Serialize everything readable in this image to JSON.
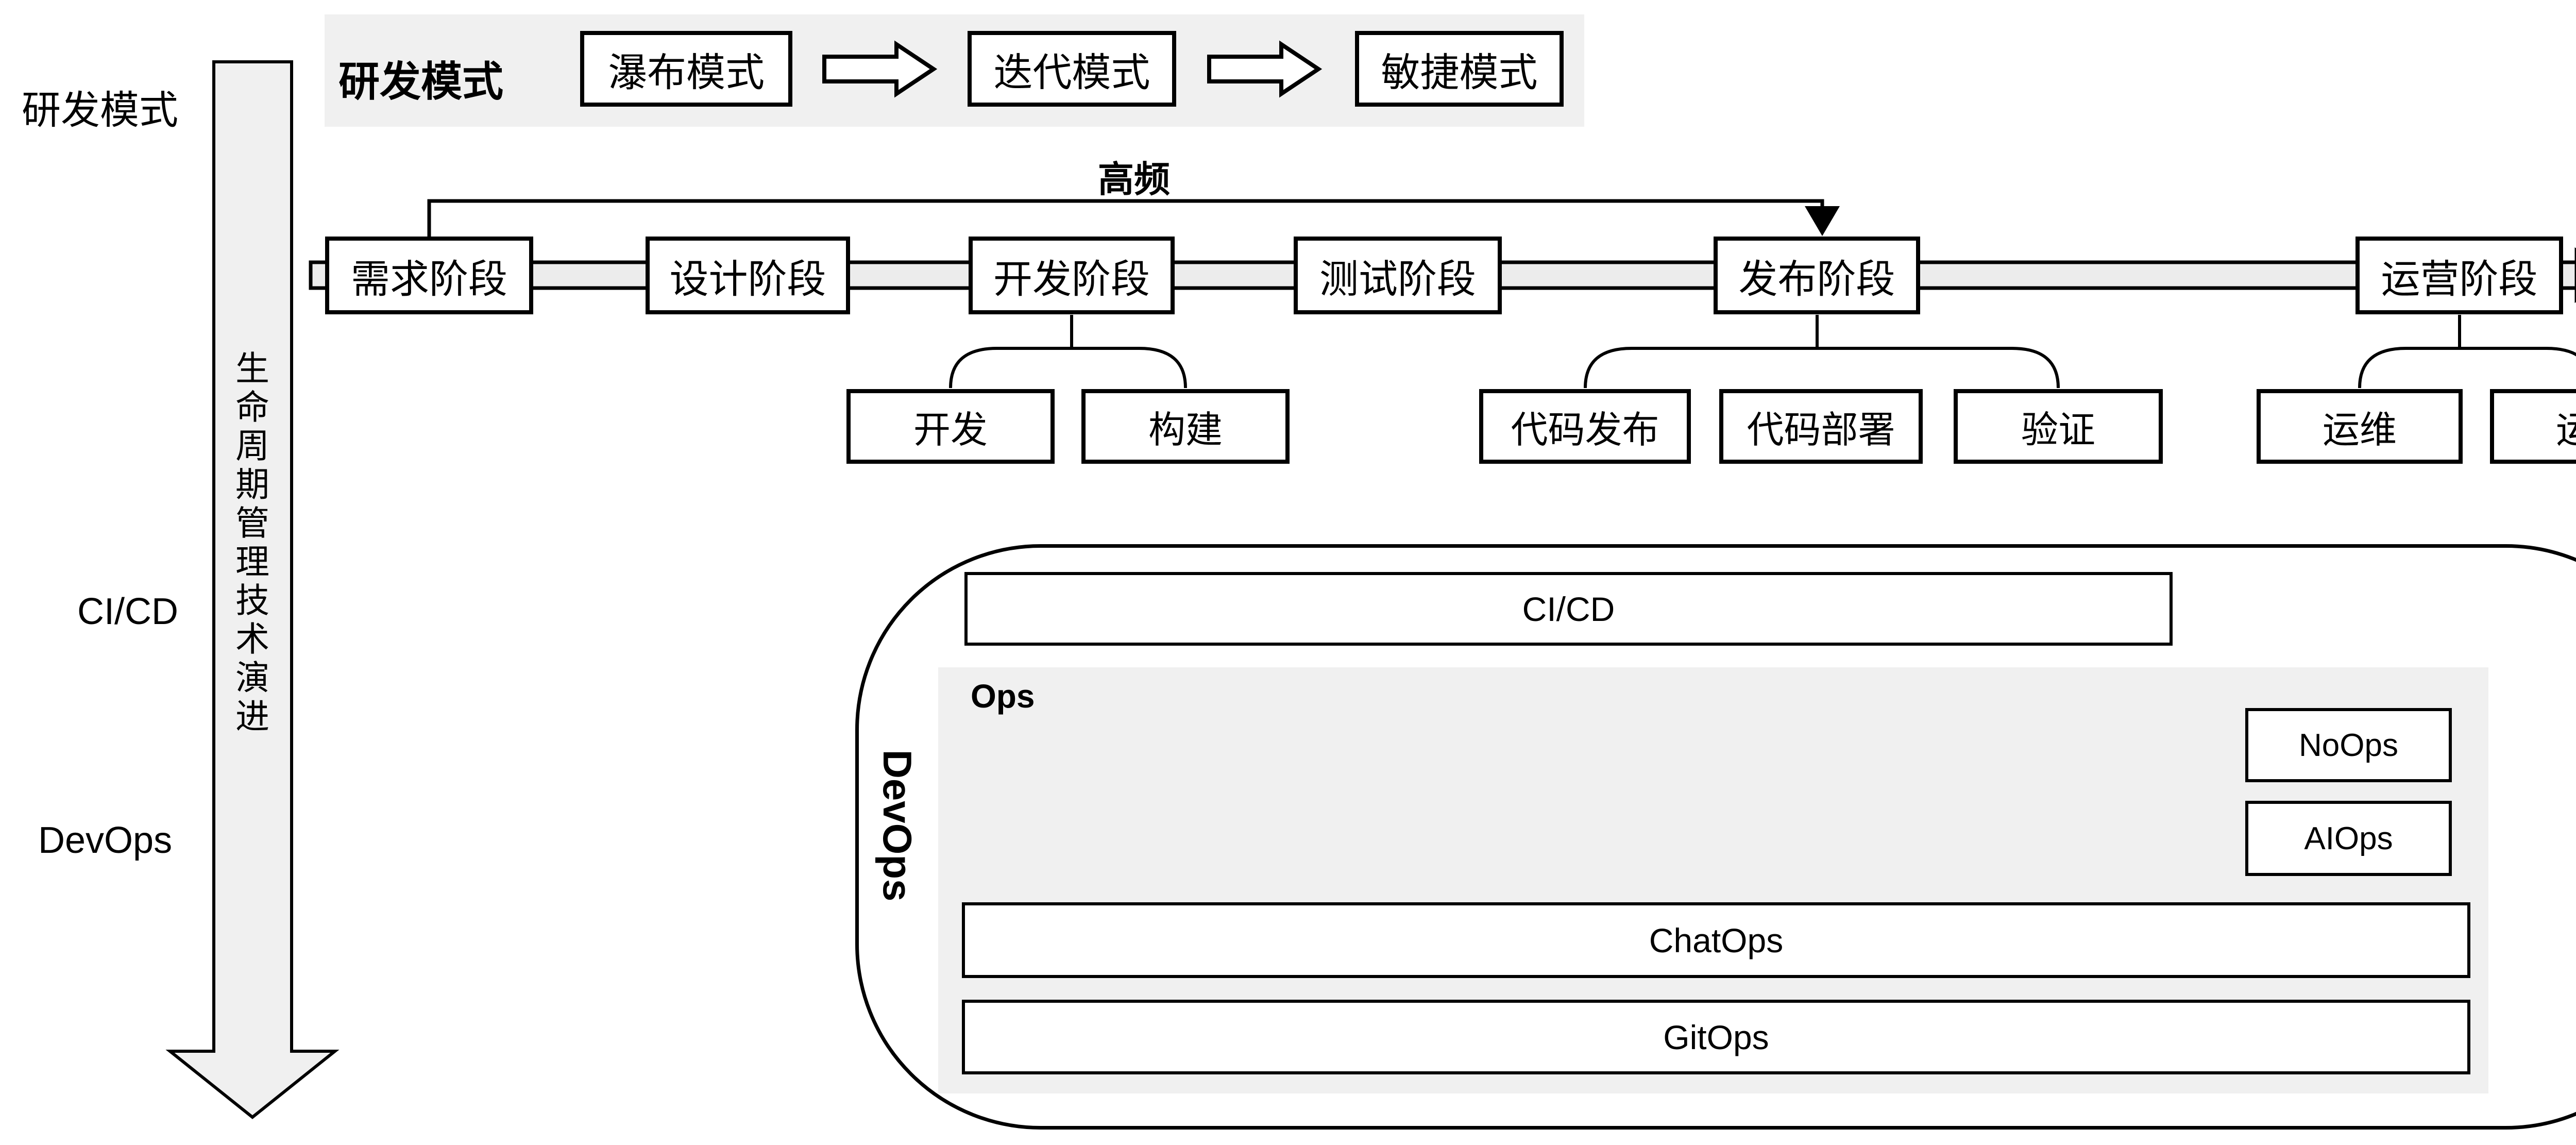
{
  "colors": {
    "panel_gray": "#f0f0f0",
    "band_gray": "#ececec",
    "border_black": "#000000",
    "text_black": "#000000",
    "box_white": "#ffffff"
  },
  "left_column": {
    "rnd_label": "研发模式",
    "cicd_label": "CI/CD",
    "devops_label": "DevOps",
    "evolution_arrow_label": "生命周期管理技术演进"
  },
  "header": {
    "title": "研发模式",
    "models": [
      "瀑布模式",
      "迭代模式",
      "敏捷模式"
    ]
  },
  "pipeline": {
    "loop_label": "高频",
    "stages": [
      "需求阶段",
      "设计阶段",
      "开发阶段",
      "测试阶段",
      "发布阶段",
      "运营阶段"
    ],
    "development_children": [
      "开发",
      "构建"
    ],
    "release_children": [
      "代码发布",
      "代码部署",
      "验证"
    ],
    "operation_children": [
      "运维",
      "运营"
    ]
  },
  "devops": {
    "container_label": "DevOps",
    "cicd_box_label": "CI/CD",
    "ops_label": "Ops",
    "ops_boxes": [
      "NoOps",
      "AIOps",
      "ChatOps",
      "GitOps"
    ]
  }
}
